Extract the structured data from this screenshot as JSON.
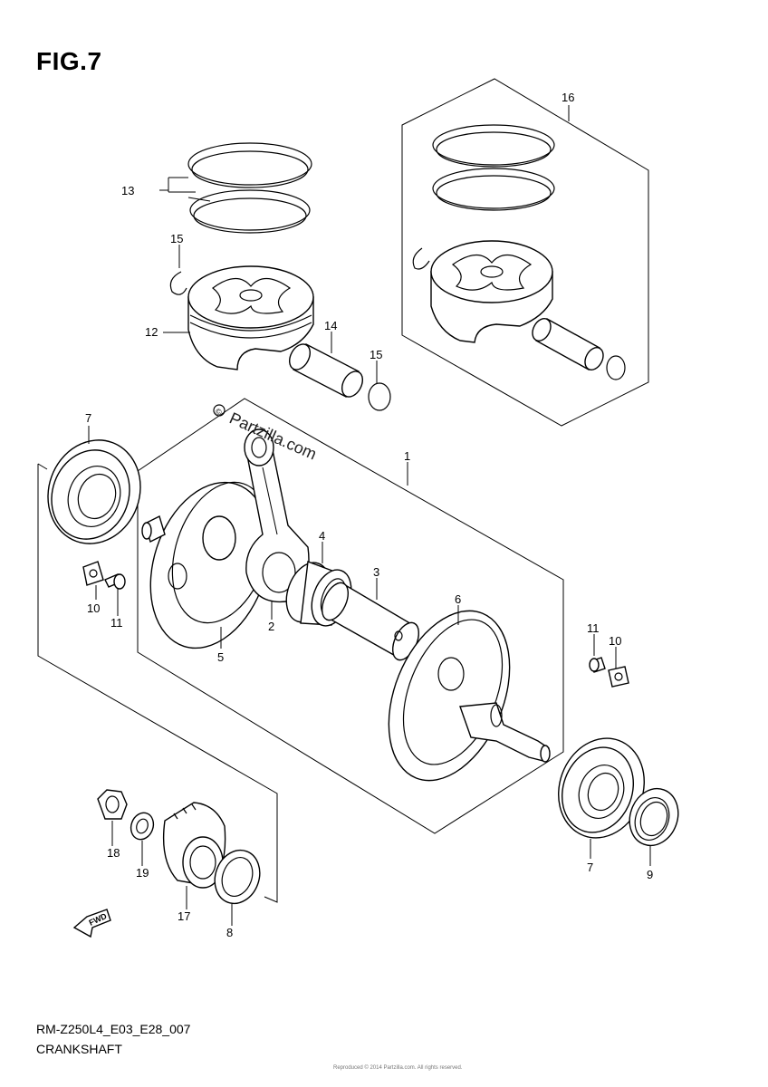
{
  "figure": {
    "title": "FIG.7",
    "code": "RM-Z250L4_E03_E28_007",
    "name": "CRANKSHAFT",
    "fine_print": "Reproduced © 2014 Partzilla.com. All rights reserved."
  },
  "watermark": {
    "symbol": "©",
    "text": "Partzilla.com"
  },
  "fwd_label": "FWD",
  "callouts": {
    "c1": "1",
    "c2": "2",
    "c3": "3",
    "c4": "4",
    "c5": "5",
    "c6": "6",
    "c7a": "7",
    "c7b": "7",
    "c8": "8",
    "c9": "9",
    "c10a": "10",
    "c10b": "10",
    "c11a": "11",
    "c11b": "11",
    "c12": "12",
    "c13": "13",
    "c14": "14",
    "c15a": "15",
    "c15b": "15",
    "c16": "16",
    "c17": "17",
    "c18": "18",
    "c19": "19"
  }
}
